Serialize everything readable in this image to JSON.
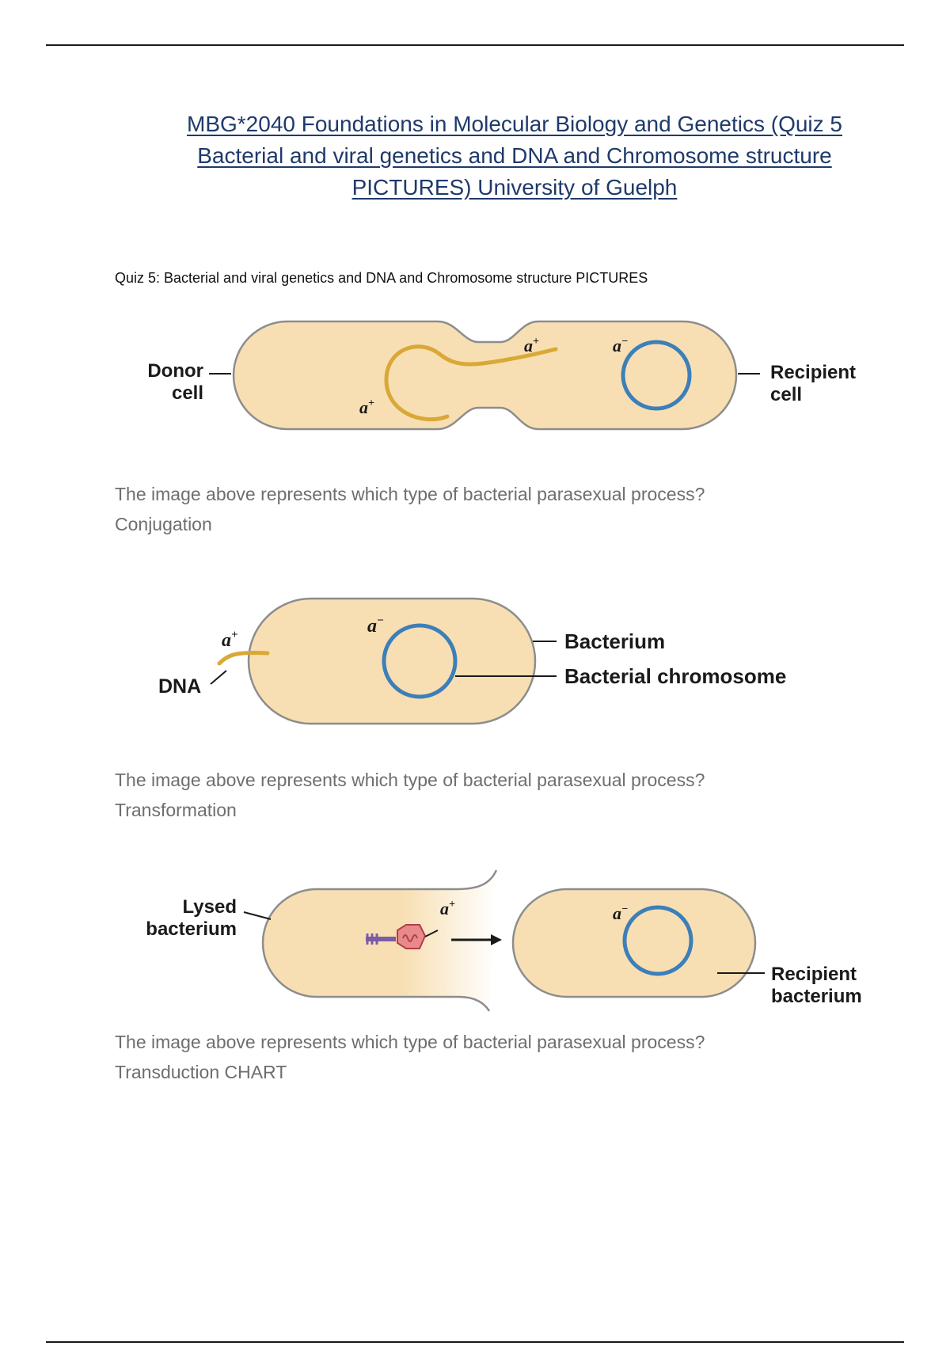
{
  "document": {
    "title": "MBG*2040 Foundations in Molecular Biology and Genetics (Quiz 5 Bacterial and viral genetics and DNA and Chromosome structure PICTURES) University of Guelph",
    "title_lines": [
      "MBG*2040 Foundations in Molecular Biology and Genetics (Quiz 5",
      "Bacterial and viral genetics and DNA and Chromosome structure",
      "PICTURES) University of Guelph"
    ],
    "subheading": "Quiz 5: Bacterial and viral genetics and DNA and Chromosome structure PICTURES"
  },
  "figures": {
    "conjugation": {
      "donor_label_1": "Donor",
      "donor_label_2": "cell",
      "recipient_label_1": "Recipient",
      "recipient_label_2": "cell",
      "gene_plus_1": "a",
      "gene_plus_2": "a",
      "gene_minus": "a"
    },
    "transformation": {
      "dna_label": "DNA",
      "bacterium_label": "Bacterium",
      "chromosome_label": "Bacterial chromosome",
      "gene_plus": "a",
      "gene_minus": "a"
    },
    "transduction": {
      "lysed_label_1": "Lysed",
      "lysed_label_2": "bacterium",
      "recipient_label_1": "Recipient",
      "recipient_label_2": "bacterium",
      "gene_plus": "a",
      "gene_minus": "a"
    },
    "superscripts": {
      "plus": "+",
      "minus": "−"
    }
  },
  "questions": [
    {
      "question": "The image above represents which type of bacterial parasexual process?",
      "answer": "Conjugation"
    },
    {
      "question": "The image above represents which type of bacterial parasexual process?",
      "answer": "Transformation"
    },
    {
      "question": "The image above represents which type of bacterial parasexual process?",
      "answer": "Transduction CHART"
    }
  ],
  "colors": {
    "cell_fill": "#f8dfb3",
    "cell_stroke": "#8d8d8d",
    "chromosome": "#3c7fb9",
    "dna_strand": "#d9a836",
    "title": "#1f3a6b",
    "text_gray": "#6e6e6e"
  }
}
